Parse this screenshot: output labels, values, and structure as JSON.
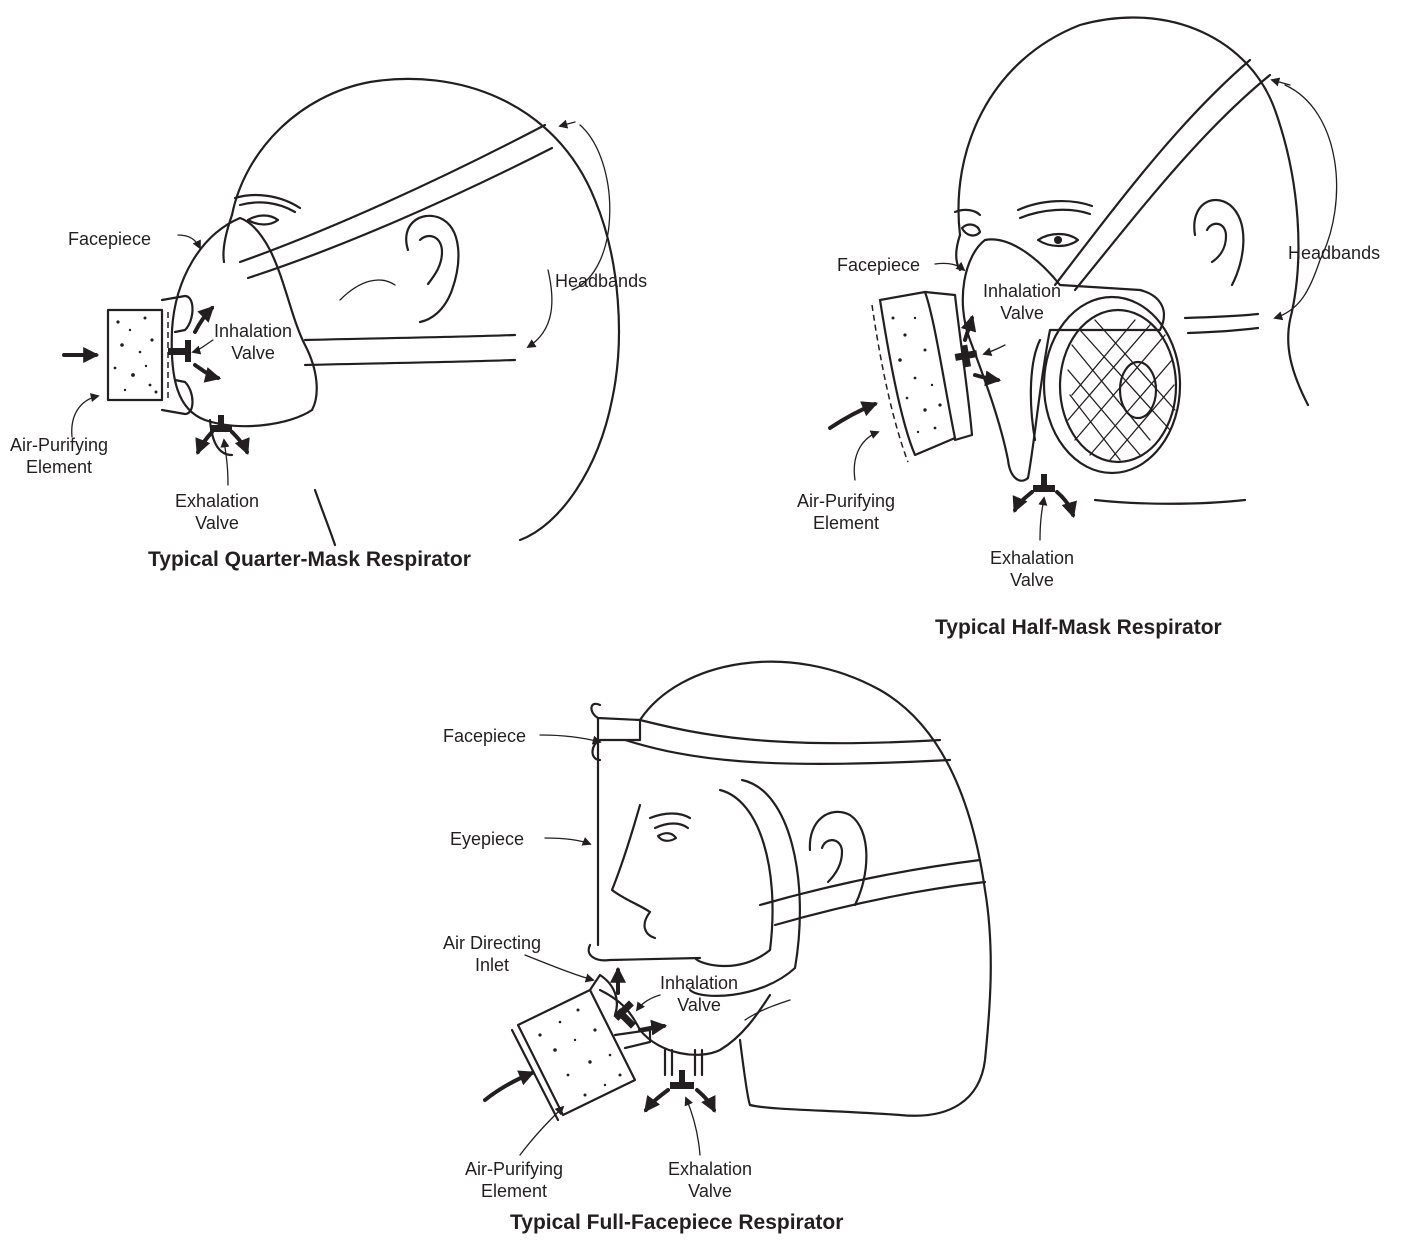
{
  "figures": [
    {
      "title": "Typical Quarter-Mask Respirator",
      "labels": {
        "facepiece": "Facepiece",
        "inhalation_valve": [
          "Inhalation",
          "Valve"
        ],
        "headbands": "Headbands",
        "air_purifying_element": [
          "Air-Purifying",
          "Element"
        ],
        "exhalation_valve": [
          "Exhalation",
          "Valve"
        ]
      }
    },
    {
      "title": "Typical Half-Mask Respirator",
      "labels": {
        "facepiece": "Facepiece",
        "inhalation_valve": [
          "Inhalation",
          "Valve"
        ],
        "headbands": "Headbands",
        "air_purifying_element": [
          "Air-Purifying",
          "Element"
        ],
        "exhalation_valve": [
          "Exhalation",
          "Valve"
        ]
      }
    },
    {
      "title": "Typical Full-Facepiece Respirator",
      "labels": {
        "facepiece": "Facepiece",
        "eyepiece": "Eyepiece",
        "air_directing_inlet": [
          "Air Directing",
          "Inlet"
        ],
        "inhalation_valve": [
          "Inhalation",
          "Valve"
        ],
        "air_purifying_element": [
          "Air-Purifying",
          "Element"
        ],
        "exhalation_valve": [
          "Exhalation",
          "Valve"
        ]
      }
    }
  ]
}
